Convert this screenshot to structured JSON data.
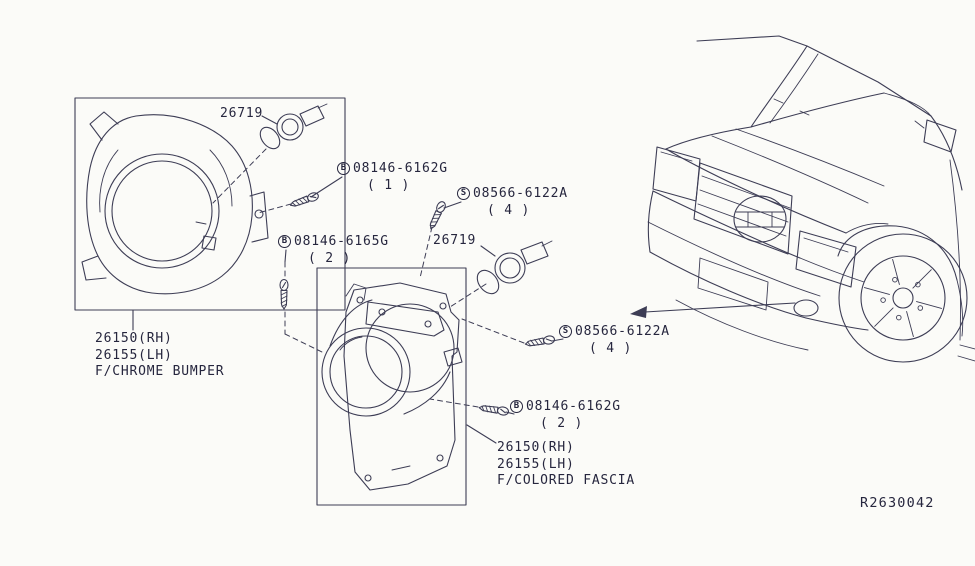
{
  "page": {
    "background": "#fbfbf8",
    "ink": "#26263e",
    "line_color": "#3d3d55",
    "ref_code": "R2630042"
  },
  "labels": {
    "bulb_top": {
      "number": "26719"
    },
    "bulb_mid": {
      "number": "26719"
    },
    "b6162g_top": {
      "prefix": "B",
      "number": "08146-6162G",
      "qty": "( 1 )"
    },
    "s6122a_top": {
      "prefix": "S",
      "number": "08566-6122A",
      "qty": "( 4 )"
    },
    "b6165g": {
      "prefix": "B",
      "number": "08146-6165G",
      "qty": "( 2 )"
    },
    "s6122a_bottom": {
      "prefix": "S",
      "number": "08566-6122A",
      "qty": "( 4 )"
    },
    "b6162g_bottom": {
      "prefix": "B",
      "number": "08146-6162G",
      "qty": "( 2 )"
    }
  },
  "assemblies": {
    "chrome": {
      "line1": "26150(RH)",
      "line2": "26155(LH)",
      "line3": "F/CHROME BUMPER"
    },
    "fascia": {
      "line1": "26150(RH)",
      "line2": "26155(LH)",
      "line3": "F/COLORED FASCIA"
    }
  }
}
